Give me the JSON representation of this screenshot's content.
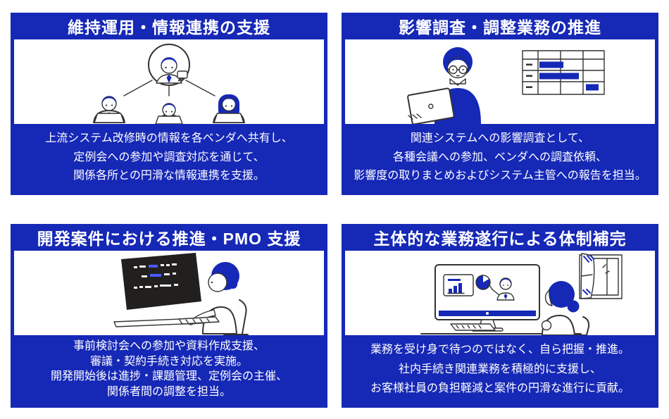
{
  "page": {
    "background": "#ffffff",
    "accent_blue": "#1628b6",
    "text_color": "#ffffff",
    "outline_color": "#333333",
    "screen_dark": "#221f1f"
  },
  "cards": [
    {
      "id": "maintenance-support",
      "title": "維持運用・情報連携の支援",
      "illustration": "team-video-call",
      "body_lines": [
        "上流システム改修時の情報を各ベンダへ共有し、",
        "定例会への参加や調査対応を通じて、",
        "関係各所との円滑な情報連携を支援。"
      ]
    },
    {
      "id": "impact-survey",
      "title": "影響調査・調整業務の推進",
      "illustration": "analyst-with-laptop-and-gantt",
      "body_lines": [
        "関連システムへの影響調査として、",
        "各種会議への参加、ベンダへの調査依頼、",
        "影響度の取りまとめおよびシステム主管への報告を担当。"
      ]
    },
    {
      "id": "pmo-support",
      "title": "開発案件における推進・PMO 支援",
      "illustration": "developer-at-code-screen",
      "body_lines": [
        "事前検討会への参加や資料作成支援、",
        "審議・契約手続き対応を実施。",
        "開発開始後は進捗・課題管理、定例会の主催、",
        "関係者間の調整を担当。"
      ]
    },
    {
      "id": "proactive-support",
      "title": "主体的な業務遂行による体制補完",
      "illustration": "remote-meeting-viewer",
      "body_lines": [
        "業務を受け身で待つのではなく、自ら把握・推進。",
        "社内手続き関連業務を積極的に支援し、",
        "お客様社員の負担軽減と案件の円滑な進行に貢献。"
      ]
    }
  ]
}
